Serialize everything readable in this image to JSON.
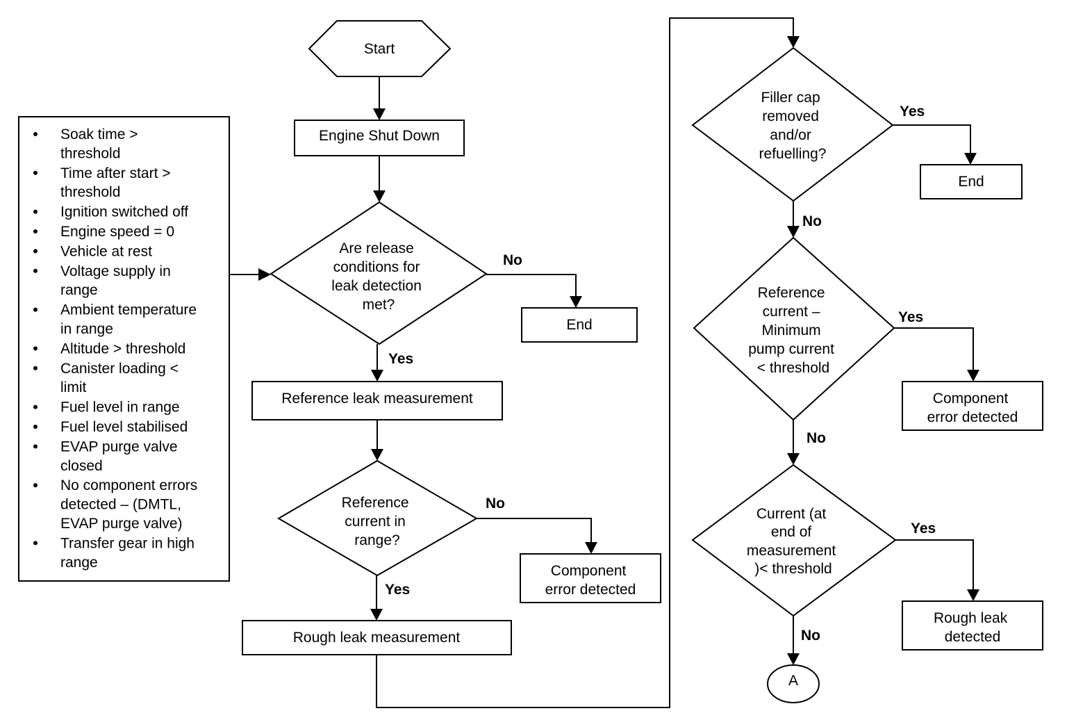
{
  "flowchart": {
    "start": "Start",
    "shutdown": "Engine Shut Down",
    "release_conditions": [
      "Are release",
      "conditions for",
      "leak detection",
      "met?"
    ],
    "end_1": "End",
    "ref_leak": "Reference leak measurement",
    "ref_current_range": [
      "Reference",
      "current in",
      "range?"
    ],
    "component_error_1": [
      "Component",
      "error detected"
    ],
    "rough_leak": "Rough leak measurement",
    "filler_cap": [
      "Filler cap",
      "removed",
      "and/or",
      "refuelling?"
    ],
    "end_2": "End",
    "ref_minus_min": [
      "Reference",
      "current –",
      "Minimum",
      "pump current",
      "< threshold"
    ],
    "component_error_2": [
      "Component",
      "error detected"
    ],
    "current_end": [
      "Current (at",
      "end of",
      "measurement",
      ")< threshold"
    ],
    "rough_detected": [
      "Rough leak",
      "detected"
    ],
    "connector": "A",
    "edge_labels": {
      "release_no": "No",
      "release_yes": "Yes",
      "range_no": "No",
      "range_yes": "Yes",
      "filler_yes": "Yes",
      "filler_no": "No",
      "refmin_yes": "Yes",
      "refmin_no": "No",
      "current_yes": "Yes",
      "current_no": "No"
    }
  },
  "conditions": [
    [
      "Soak time >",
      "threshold"
    ],
    [
      "Time after start >",
      "threshold"
    ],
    [
      "Ignition switched off"
    ],
    [
      "Engine speed = 0"
    ],
    [
      "Vehicle at rest"
    ],
    [
      "Voltage supply in",
      "range"
    ],
    [
      "Ambient temperature",
      "in range"
    ],
    [
      "Altitude > threshold"
    ],
    [
      "Canister loading <",
      "limit"
    ],
    [
      "Fuel level in range"
    ],
    [
      "Fuel level stabilised"
    ],
    [
      "EVAP purge valve",
      "closed"
    ],
    [
      "No component errors",
      "detected – (DMTL,",
      "EVAP purge valve)"
    ],
    [
      "Transfer gear in high",
      "range"
    ]
  ]
}
